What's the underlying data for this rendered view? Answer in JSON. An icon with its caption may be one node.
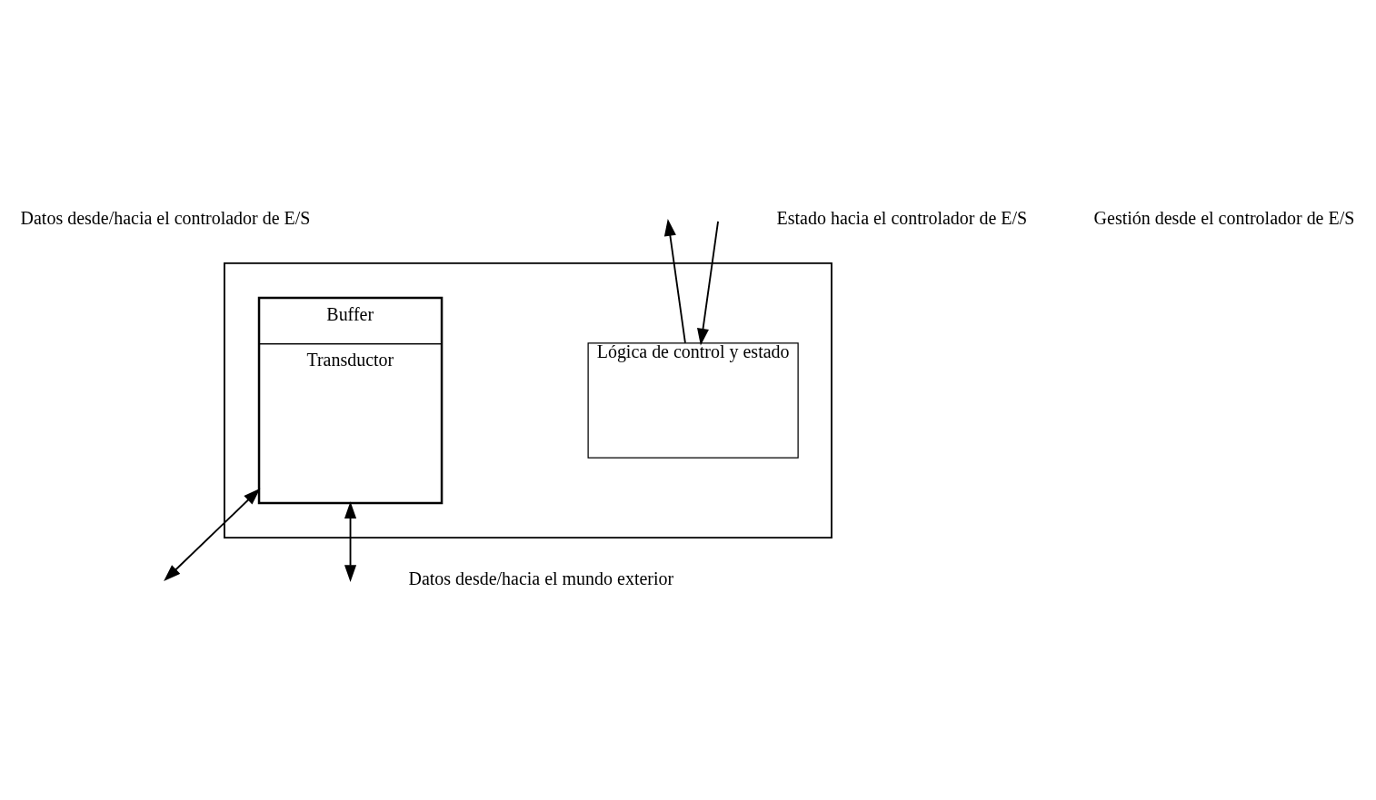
{
  "diagram": {
    "nodes": [
      {
        "text": [],
        "shape": "box"
      },
      {
        "text": [
          "Buffer",
          "Transductor"
        ],
        "in": 0
      },
      {
        "text": [
          "Lógica de control y estado"
        ],
        "in": 0
      }
    ],
    "edges": [
      {
        "from": null,
        "to": 1,
        "arrow": "both"
      },
      {
        "from": 2,
        "to": null,
        "arrow": "to"
      },
      {
        "from": null,
        "to": 2,
        "arrow": "to"
      },
      {
        "from": 1,
        "to": null,
        "arrow": "both"
      }
    ],
    "labels": [
      "Estado hacia el controlador de E/S",
      "Gestión desde el controlador de E/S",
      "Datos desde/hacia el controlador de E/S",
      "Datos desde/hacia el mundo exterior"
    ]
  }
}
